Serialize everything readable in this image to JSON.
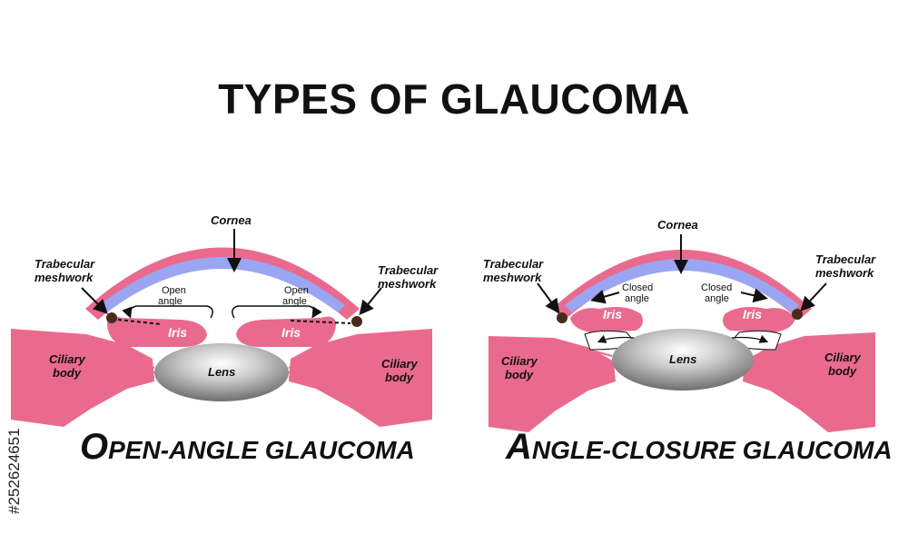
{
  "title": "TYPES OF GLAUCOMA",
  "left": {
    "caption_initial": "O",
    "caption_rest": "PEN-ANGLE GLAUCOMA",
    "labels": {
      "cornea": "Cornea",
      "trabecular_1": "Trabecular",
      "trabecular_2": "meshwork",
      "angle_1": "Open",
      "angle_2": "angle",
      "iris": "Iris",
      "lens": "Lens",
      "ciliary_1": "Ciliary",
      "ciliary_2": "body"
    }
  },
  "right": {
    "caption_initial": "A",
    "caption_rest": "NGLE-CLOSURE GLAUCOMA",
    "labels": {
      "cornea": "Cornea",
      "trabecular_1": "Trabecular",
      "trabecular_2": "meshwork",
      "angle_1": "Closed",
      "angle_2": "angle",
      "iris": "Iris",
      "lens": "Lens",
      "ciliary_1": "Ciliary",
      "ciliary_2": "body"
    }
  },
  "watermark": "#252624651",
  "colors": {
    "tissue": "#ea6a8e",
    "cornea_blue": "#9aa6f2",
    "iris_pink": "#e8587f",
    "lens_gray": "#a0a0a0",
    "meshwork": "#4a2a1a"
  }
}
